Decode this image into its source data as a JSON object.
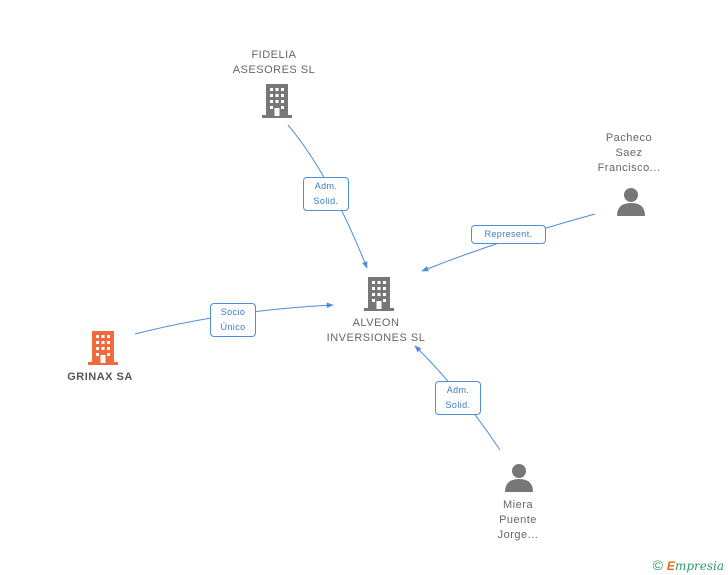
{
  "nodes": {
    "fidelia": {
      "lines": [
        "FIDELIA",
        "ASESORES SL"
      ],
      "icon": "building-icon",
      "color": "#777777"
    },
    "pacheco": {
      "lines": [
        "Pacheco",
        "Saez",
        "Francisco..."
      ],
      "icon": "person-icon",
      "color": "#777777"
    },
    "alveon": {
      "lines": [
        "ALVEON",
        "INVERSIONES SL"
      ],
      "icon": "building-icon",
      "color": "#777777"
    },
    "grinax": {
      "lines": [
        "GRINAX SA"
      ],
      "icon": "building-icon",
      "color": "#f26a3c"
    },
    "miera": {
      "lines": [
        "Miera",
        "Puente",
        "Jorge..."
      ],
      "icon": "person-icon",
      "color": "#777777"
    }
  },
  "edges": {
    "fidelia_alveon": {
      "lines": [
        "Adm.",
        "Solid."
      ]
    },
    "pacheco_alveon": {
      "lines": [
        "Represent."
      ]
    },
    "grinax_alveon": {
      "lines": [
        "Socio",
        "Único"
      ]
    },
    "miera_alveon": {
      "lines": [
        "Adm.",
        "Solid."
      ]
    }
  },
  "footer": {
    "copyright": "©",
    "brand_first": "E",
    "brand_rest": "mpresia"
  },
  "colors": {
    "edge": "#4a8fd8",
    "node": "#777777",
    "highlight": "#f26a3c"
  }
}
